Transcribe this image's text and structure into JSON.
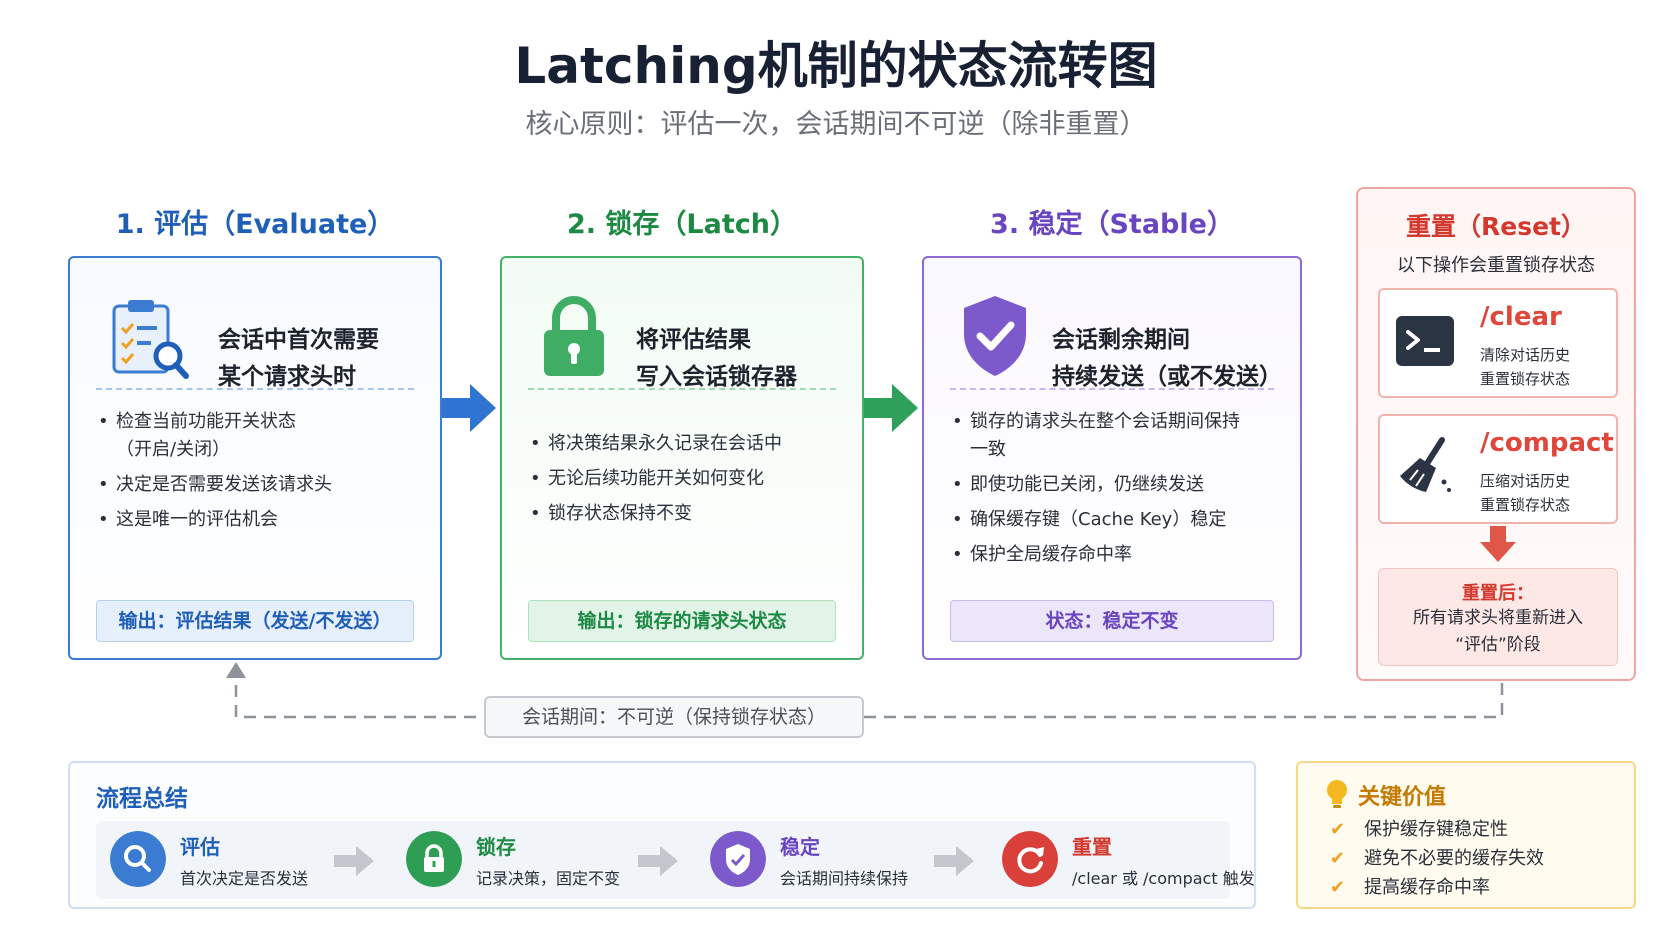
{
  "header": {
    "title": "Latching机制的状态流转图",
    "subtitle": "核心原则：评估一次，会话期间不可逆（除非重置）"
  },
  "stages": [
    {
      "title": "1. 评估（Evaluate）",
      "head": [
        "会话中首次需要",
        "某个请求头时"
      ],
      "bullets": [
        "检查当前功能开关状态（开启/关闭）",
        "决定是否需要发送该请求头",
        "这是唯一的评估机会"
      ],
      "output": "输出：评估结果（发送/不发送）",
      "color": "#1f5fb8",
      "icon": "clipboard-search-icon"
    },
    {
      "title": "2. 锁存（Latch）",
      "head": [
        "将评估结果",
        "写入会话锁存器"
      ],
      "bullets": [
        "将决策结果永久记录在会话中",
        "无论后续功能开关如何变化",
        "锁存状态保持不变"
      ],
      "output": "输出：锁存的请求头状态",
      "color": "#1d8a44",
      "icon": "padlock-icon"
    },
    {
      "title": "3. 稳定（Stable）",
      "head": [
        "会话剩余期间",
        "持续发送（或不发送）"
      ],
      "bullets": [
        "锁存的请求头在整个会话期间保持一致",
        "即使功能已关闭，仍继续发送",
        "确保缓存键（Cache Key）稳定",
        "保护全局缓存命中率"
      ],
      "output": "状态：稳定不变",
      "color": "#6a45c2",
      "icon": "shield-check-icon"
    }
  ],
  "reset": {
    "title": "重置（Reset）",
    "subtitle": "以下操作会重置锁存状态",
    "commands": [
      {
        "name": "/clear",
        "desc1": "清除对话历史",
        "desc2": "重置锁存状态",
        "icon": "terminal-icon"
      },
      {
        "name": "/compact",
        "desc1": "压缩对话历史",
        "desc2": "重置锁存状态",
        "icon": "broom-icon"
      }
    ],
    "after_title": "重置后：",
    "after_lines": [
      "所有请求头将重新进入",
      "“评估”阶段"
    ]
  },
  "loop_label": "会话期间：不可逆（保持锁存状态）",
  "summary": {
    "title": "流程总结",
    "items": [
      {
        "name": "评估",
        "desc": "首次决定是否发送",
        "color": "#3b7bd1",
        "icon": "search-icon"
      },
      {
        "name": "锁存",
        "desc": "记录决策，固定不变",
        "color": "#2e9e55",
        "icon": "lock-icon"
      },
      {
        "name": "稳定",
        "desc": "会话期间持续保持",
        "color": "#7d5acb",
        "icon": "shield-icon"
      },
      {
        "name": "重置",
        "desc": "/clear 或 /compact 触发",
        "color": "#d9403a",
        "icon": "refresh-icon"
      }
    ]
  },
  "value": {
    "title": "关键价值",
    "items": [
      "保护缓存键稳定性",
      "避免不必要的缓存失效",
      "提高缓存命中率"
    ]
  }
}
